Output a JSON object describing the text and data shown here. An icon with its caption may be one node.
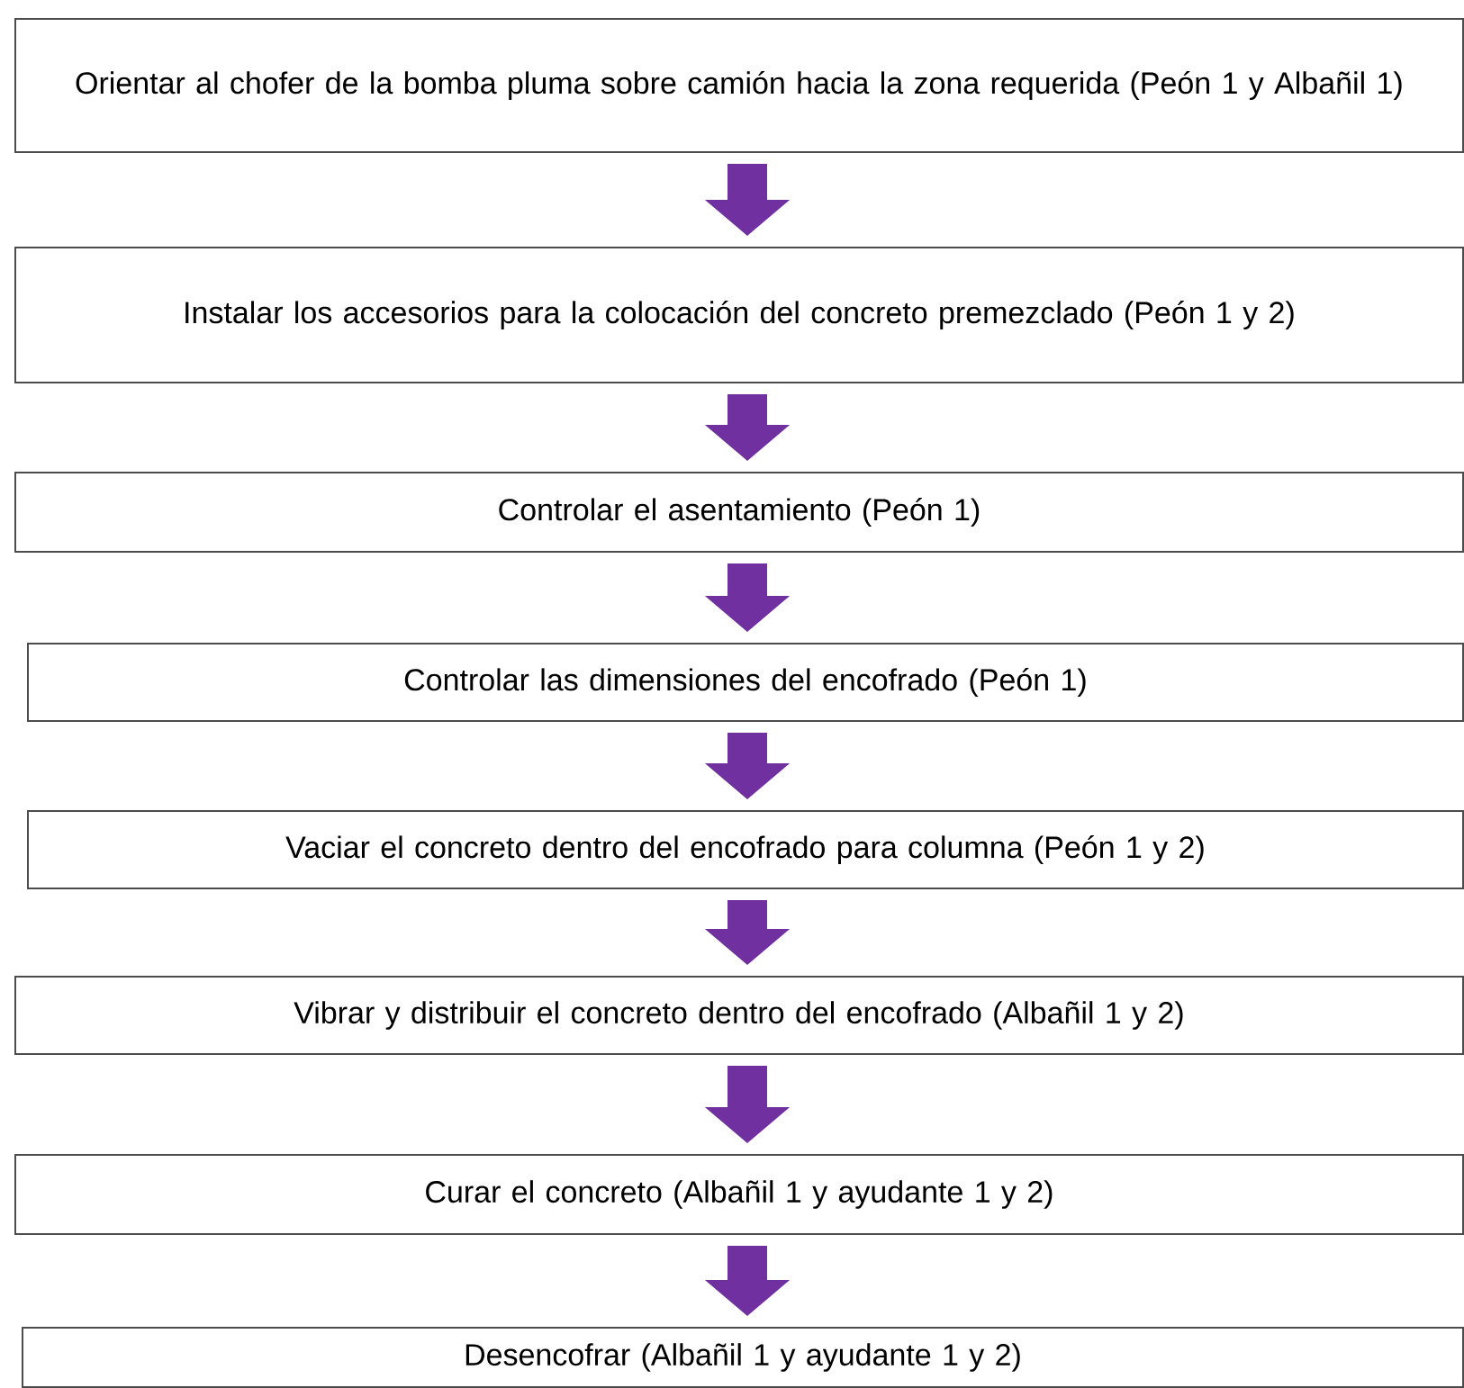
{
  "diagram": {
    "nodes": [
      {
        "text": [
          "Orientar al chofer de la bomba pluma sobre camión hacia la zona requerida (Peón 1 y Albañil 1)"
        ]
      },
      {
        "text": [
          "Instalar los accesorios para la colocación del concreto premezclado (Peón 1 y 2)"
        ]
      },
      {
        "text": [
          "Controlar el asentamiento (Peón 1)"
        ]
      },
      {
        "text": [
          "Controlar las dimensiones del encofrado (Peón 1)"
        ]
      },
      {
        "text": [
          "Vaciar el concreto dentro del encofrado para columna (Peón 1 y 2)"
        ]
      },
      {
        "text": [
          "Vibrar y distribuir el concreto dentro del encofrado (Albañil 1 y 2)"
        ]
      },
      {
        "text": [
          "Curar el concreto (Albañil 1 y ayudante 1 y 2)"
        ]
      },
      {
        "text": [
          "Desencofrar (Albañil 1 y ayudante 1 y 2)"
        ]
      }
    ],
    "edges": [
      {
        "from": 0,
        "to": 1,
        "arrow": "to"
      },
      {
        "from": 1,
        "to": 2,
        "arrow": "to"
      },
      {
        "from": 2,
        "to": 3,
        "arrow": "to"
      },
      {
        "from": 3,
        "to": 4,
        "arrow": "to"
      },
      {
        "from": 4,
        "to": 5,
        "arrow": "to"
      },
      {
        "from": 5,
        "to": 6,
        "arrow": "to"
      },
      {
        "from": 6,
        "to": 7,
        "arrow": "to"
      }
    ]
  }
}
